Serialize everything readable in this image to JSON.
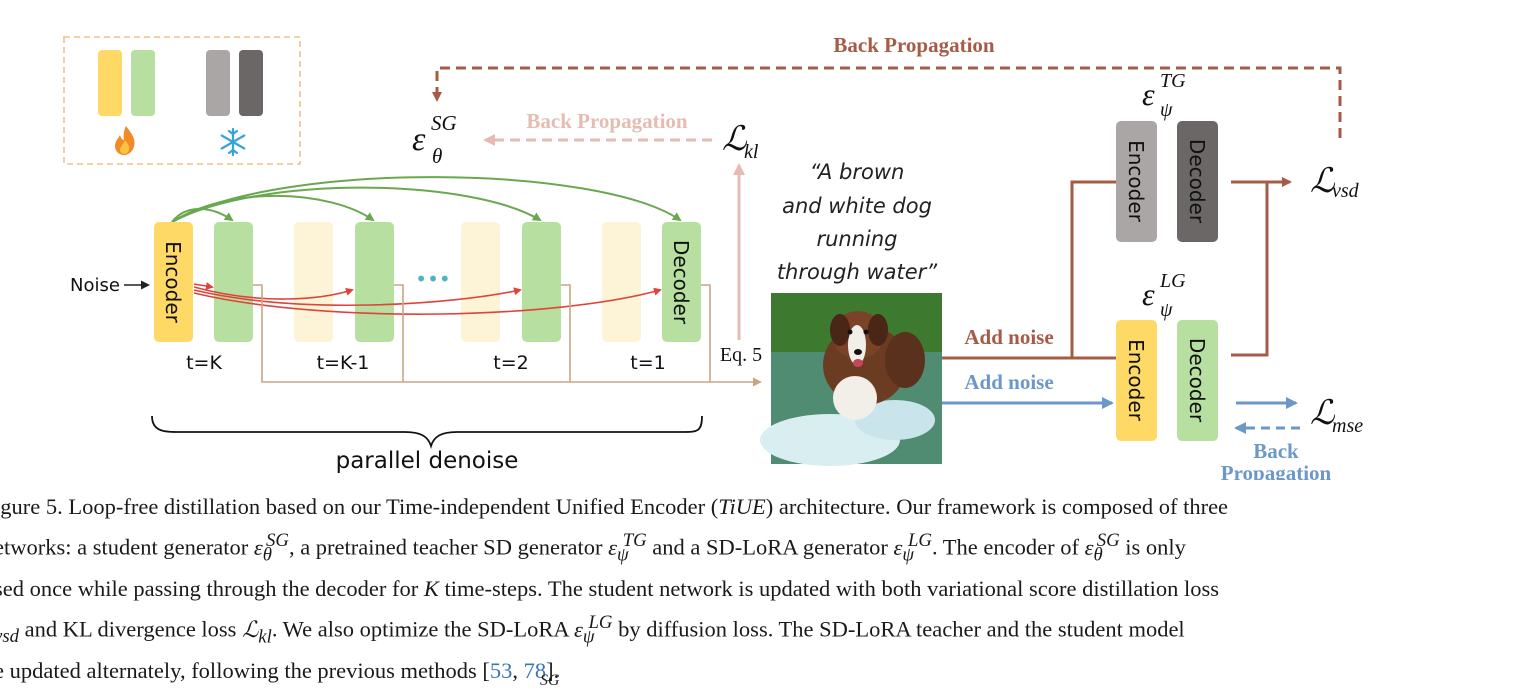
{
  "legend": {
    "trainable_icon": "fire-icon",
    "frozen_icon": "snowflake-icon"
  },
  "colors": {
    "encoder_yellow": "#ffd966",
    "decoder_green": "#b6dfa0",
    "frozen_light": "#aaa6a6",
    "frozen_dark": "#6b6767",
    "brown": "#a65b46",
    "blue": "#6b97c9",
    "pink": "#e6bcb2",
    "green_arrow": "#6aa84f",
    "red_arrow": "#e0433a",
    "tan": "#c9a584"
  },
  "labels": {
    "back_prop_top": "Back Propagation",
    "back_prop_mid": "Back Propagation",
    "back_prop_bottom": "Back Propagation",
    "back_prop_bottom_line1": "Back",
    "back_prop_bottom_line2": "Propagation",
    "noise": "Noise",
    "encoder": "Encoder",
    "decoder": "Decoder",
    "t_k": "t=K",
    "t_k1": "t=K-1",
    "t_2": "t=2",
    "t_1": "t=1",
    "eq5": "Eq. 5",
    "prompt_line1": "“A brown",
    "prompt_line2": "and white dog",
    "prompt_line3": "running",
    "prompt_line4": "through water”",
    "add_noise_brown": "Add noise",
    "add_noise_blue": "Add noise",
    "parallel_denoise": "parallel denoise",
    "ellipsis": "•••"
  },
  "math": {
    "eps": "ε",
    "sg_sup": "SG",
    "theta_sub": "θ",
    "tg_sup": "TG",
    "lg_sup": "LG",
    "psi_sub": "ψ",
    "L": "ℒ",
    "kl_sub": "kl",
    "vsd_sub": "vsd",
    "mse_sub": "mse"
  },
  "caption": {
    "line1": "igure 5. Loop-free distillation based on our Time-independent Unified Encoder (TiUE) architecture. Our framework is composed of three",
    "line2": "etworks: a student generator ε θ SG , a pretrained teacher SD generator ε ψ TG and a SD-LoRA generator ε ψ LG . The encoder of ε θ SG is only",
    "line3": "sed once while passing through the decoder for K time-steps. The student network is updated with both variational score distillation loss",
    "line4": "vsd and KL divergence loss ℒkl. We also optimize the SD-LoRA ε ψ LG by diffusion loss. The SD-LoRA teacher and the student model",
    "line5": "e updated alternately, following the previous methods [53, 78].",
    "line1_pre": "igure 5. Loop-free distillation based on our Time-independent Unified Encoder (",
    "line1_em": "TiUE",
    "line1_post": ") architecture. Our framework is composed of three",
    "line2_a": "etworks: a student generator ",
    "line2_b": ", a pretrained teacher SD generator ",
    "line2_c": " and a SD-LoRA generator ",
    "line2_d": ". The encoder of ",
    "line2_e": " is only",
    "line3_pre": "sed once while passing through the decoder for ",
    "line3_em": "K",
    "line3_post": " time-steps. The student network is updated with both variational score distillation loss",
    "line4_a": "vsd",
    "line4_b": " and KL divergence loss ",
    "line4_c": ". We also optimize the SD-LoRA ",
    "line4_d": " by diffusion loss. The SD-LoRA teacher and the student model",
    "line5_pre": "e updated alternately, following the previous methods [",
    "cite1": "53",
    "cite_sep": ", ",
    "cite2": "78",
    "line5_post": "].",
    "cutoff": "SG"
  }
}
